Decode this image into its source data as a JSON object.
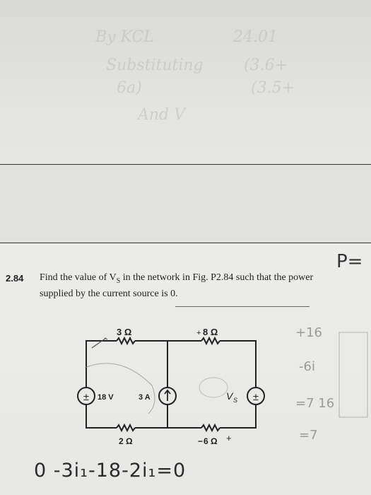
{
  "previous_page": {
    "bleed_lines": [
      "By KCL",
      "Substituting",
      "And V",
      "6a)",
      "24.01",
      "(3.6+",
      "(3.5+"
    ]
  },
  "problem": {
    "number": "2.84",
    "text": "Find the value of V",
    "subscript": "S",
    "text_rest": " in the network in Fig. P2.84 such that the power supplied by the current source is 0."
  },
  "circuit": {
    "r1": "3 Ω",
    "r2": "8 Ω",
    "r3": "2 Ω",
    "r4": "6 Ω",
    "vsource": "18 V",
    "isource": "3 A",
    "vs": "V",
    "vs_sub": "S",
    "plus_sign": "+",
    "minus_sign": "−",
    "pm_glyph": "±"
  },
  "handwriting": {
    "equation": "0 -3i₁-18-2i₁=0",
    "corner": "P=",
    "side1": "+16",
    "side2": "-6i",
    "side3": "=7 16",
    "side4": "=7"
  }
}
